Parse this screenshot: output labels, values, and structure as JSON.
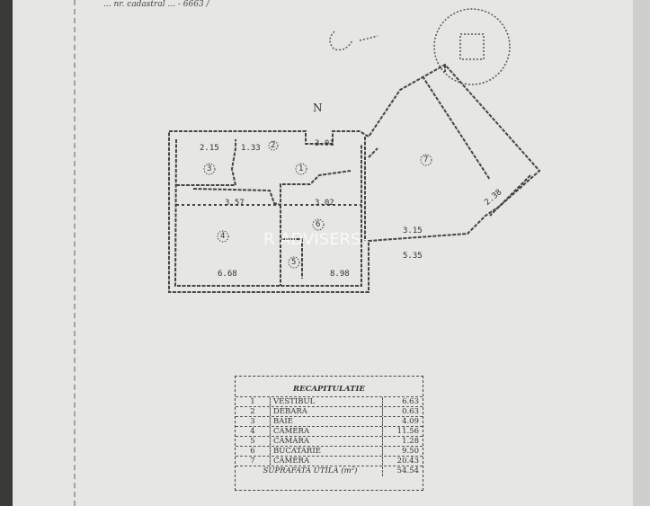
{
  "document": {
    "header_text": "... nr. cadastral ... - 6663 /",
    "north_mark": "N",
    "watermark": "R   ADVISERS",
    "stamp": "seal with coat of arms"
  },
  "plan": {
    "room_numbers": [
      "1",
      "2",
      "3",
      "4",
      "5",
      "6",
      "7"
    ],
    "dimensions": [
      "2.15",
      "1.33",
      "3.01",
      "3.57",
      "3.02",
      "3.15",
      "2.38",
      "6.68",
      "8.98",
      "5.35"
    ]
  },
  "recapitulatie": {
    "title": "RECAPITULATIE",
    "rows": [
      {
        "n": "1",
        "name": "VESTIBUL",
        "area": "6.63"
      },
      {
        "n": "2",
        "name": "DEBARA",
        "area": "0.63"
      },
      {
        "n": "3",
        "name": "BAIE",
        "area": "4.09"
      },
      {
        "n": "4",
        "name": "CAMERA",
        "area": "11.56"
      },
      {
        "n": "5",
        "name": "CAMARA",
        "area": "1.28"
      },
      {
        "n": "6",
        "name": "BUCATARIE",
        "area": "9.50"
      },
      {
        "n": "7",
        "name": "CAMERA",
        "area": "20.43"
      }
    ],
    "total_label": "SUPRAFATA UTILA (m²)",
    "total_area": "54.54"
  }
}
